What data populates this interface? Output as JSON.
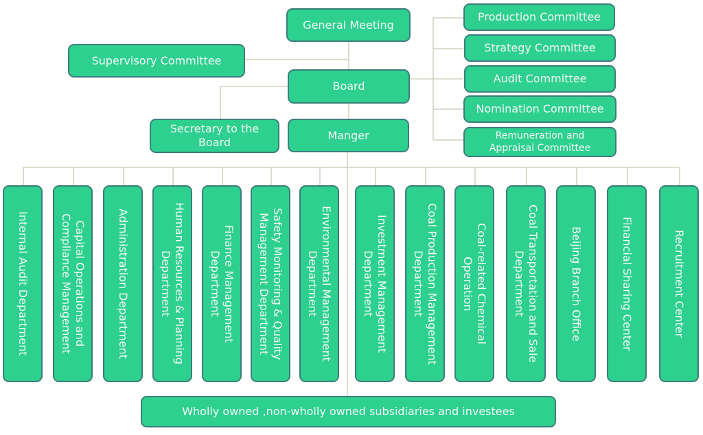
{
  "diagram": {
    "title": "Organizational Structure",
    "colors": {
      "box_fill": "#2dd08e",
      "box_border": "#3c7d7d",
      "text": "#f4fbf7",
      "connector": "#c9c5b0"
    },
    "top": {
      "general_meeting": "General Meeting",
      "supervisory_committee": "Supervisory Committee",
      "board": "Board",
      "secretary": "Secretary to the Board",
      "manager": "Manger"
    },
    "committees": [
      "Production Committee",
      "Strategy Committee",
      "Audit Committee",
      "Nomination Committee",
      "Remuneration and Appraisal Committee"
    ],
    "departments": [
      "Internal Audit Department",
      "Capital Operations and Compliance Management",
      "Administration Department",
      "Human Resources & Planning Department",
      "Finance Management Department",
      "Safety Monitoring & Quality Management Department",
      "Environmental Management Department",
      "Investment Management Department",
      "Coal Production Management Department",
      "Coal-related Chemical Operation",
      "Coal Transportation and Sale Department",
      "Beijing Branch Office",
      "Financial Sharing Center",
      "Recruitment Center"
    ],
    "subsidiaries": "Wholly owned ,non-wholly owned subsidiaries and investees"
  }
}
